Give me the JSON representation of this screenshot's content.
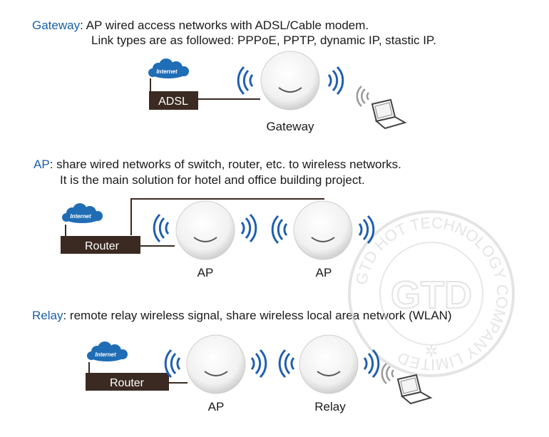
{
  "sections": {
    "gateway": {
      "keyword": "Gateway",
      "line1_rest": ": AP wired access networks with ADSL/Cable modem.",
      "line2": "Link types are as followed: PPPoE, PPTP, dynamic IP, stastic IP.",
      "cloud_label": "Internet",
      "box_label": "ADSL",
      "device_label": "Gateway"
    },
    "ap": {
      "keyword": "AP",
      "line1_rest": ": share wired networks of switch, router, etc. to wireless networks.",
      "line2": "It is the main solution for hotel and office building project.",
      "cloud_label": "Internet",
      "box_label": "Router",
      "device1_label": "AP",
      "device2_label": "AP"
    },
    "relay": {
      "keyword": "Relay",
      "line1_rest": ": remote relay wireless signal, share wireless local area network (WLAN)",
      "cloud_label": "Internet",
      "box_label": "Router",
      "device1_label": "AP",
      "device2_label": "Relay"
    }
  },
  "watermark": {
    "text": "GTD",
    "ring_text": "GTD HOT TECHNOLOGY COMPANY LIMITED"
  },
  "colors": {
    "keyword": "#1a5fa8",
    "box": "#3a2a22",
    "cloud": "#1f6db5",
    "wave": "#1f5fb0"
  }
}
